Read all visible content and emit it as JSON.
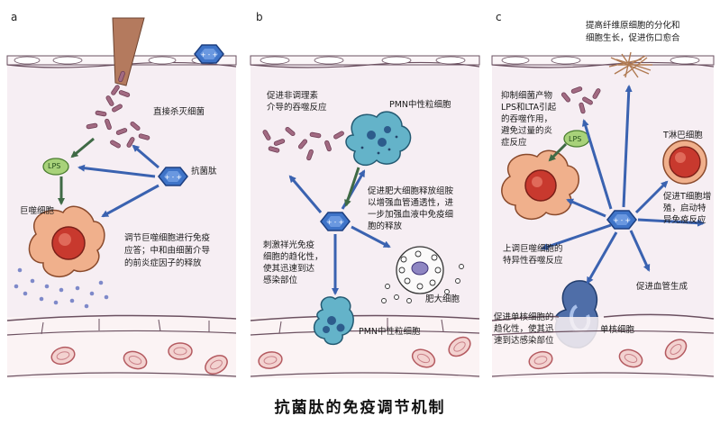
{
  "panels": [
    {
      "letter": "a",
      "labels": {
        "direct_kill": "直接杀灭细菌",
        "lps": "LPS",
        "amp": "抗菌肽",
        "macrophage": "巨噬细胞",
        "regulate": [
          "调节巨噬细胞进行免疫",
          "应答；中和由细菌介导",
          "的前炎症因子的释放"
        ]
      }
    },
    {
      "letter": "b",
      "labels": {
        "promote_nonreg": [
          "促进非调理素",
          "介导的吞噬反应"
        ],
        "pmn_top": "PMN中性粒细胞",
        "mast_release": [
          "促进肥大细胞释放组胺",
          "以增强血管通透性，进",
          "一步加强血液中免疫细",
          "胞的释放"
        ],
        "chemotaxis": [
          "刺激祥光免疫",
          "细胞的趋化性，",
          "使其迅速到达",
          "感染部位"
        ],
        "mast_cell": "肥大细胞",
        "pmn_bottom": "PMN中性粒细胞"
      }
    },
    {
      "letter": "c",
      "labels": {
        "fibroblast": [
          "提高纤维原细胞的分化和",
          "细胞生长，促进伤口愈合"
        ],
        "inhibit": [
          "抑制细菌产物",
          "LPS和LTA引起",
          "的吞噬作用，",
          "避免过量的炎",
          "症反应"
        ],
        "lps": "LPS",
        "t_cell": "T淋巴细胞",
        "t_activate": [
          "促进T细胞增",
          "殖，启动特",
          "异免疫反应"
        ],
        "upregulate": [
          "上调巨噬细胞的",
          "特异性吞噬反应"
        ],
        "angiogenesis": "促进血管生成",
        "monocyte_chemo": [
          "促进单核细胞的",
          "趋化性，使其迅",
          "速到达感染部位"
        ],
        "monocyte": "单核细胞"
      }
    }
  ],
  "caption": "抗菌肽的免疫调节机制",
  "colors": {
    "arrow_blue": "#3a62b0",
    "arrow_green": "#3f6a45",
    "amp_hexagon": "#3f74c8",
    "bacteria": "#a26a82",
    "macrophage": "#f0b08c",
    "nucleus_red": "#c8392e",
    "pmn_cyan": "#64b3c9",
    "lps_green": "#a8d27a",
    "tissue_bg": "#f6eef3"
  }
}
